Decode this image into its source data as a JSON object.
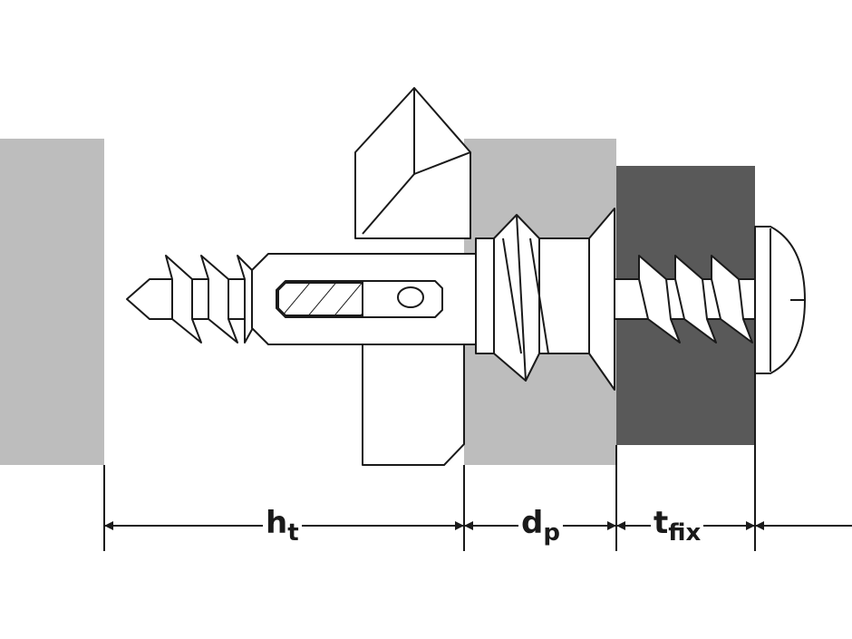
{
  "diagram": {
    "labels": {
      "ht_main": "h",
      "ht_sub": "t",
      "dp_main": "d",
      "dp_sub": "p",
      "tfix_main": "t",
      "tfix_sub": "fix"
    },
    "colors": {
      "base_material": "#bdbdbd",
      "fixture": "#595959",
      "line": "#1a1a1a"
    }
  }
}
